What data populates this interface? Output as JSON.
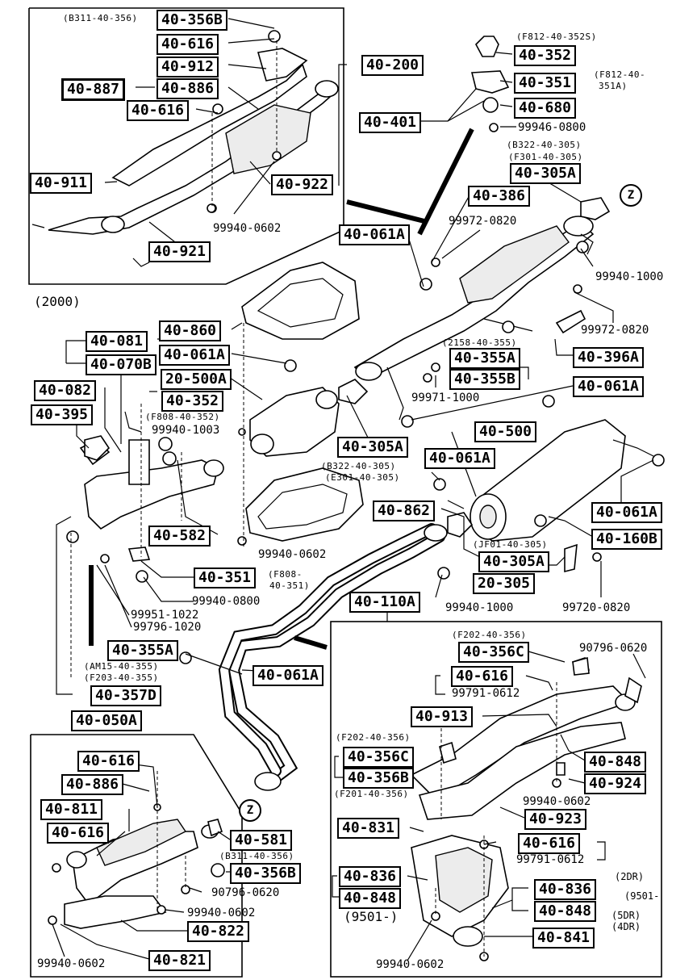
{
  "labels": {
    "b311_40_356_note": "(B311-40-356)",
    "p40_356B_top": "40-356B",
    "p40_616_a": "40-616",
    "p40_912": "40-912",
    "p40_887": "40-887",
    "p40_886_top": "40-886",
    "p40_616_b": "40-616",
    "p40_200": "40-200",
    "p40_911": "40-911",
    "p40_922": "40-922",
    "n99940_0602_a": "99940-0602",
    "p40_921": "40-921",
    "year_2000": "(2000)",
    "f812_40_352s_note": "(F812-40-352S)",
    "p40_352_top": "40-352",
    "p40_351_top": "40-351",
    "f812_40_351a_note_1": "(F812-40-",
    "f812_40_351a_note_2": "351A)",
    "p40_680": "40-680",
    "p40_401": "40-401",
    "n99946_0800": "99946-0800",
    "b322_40_305_note": "(B322-40-305)",
    "f301_40_305_note": "(F301-40-305)",
    "p40_305A_top": "40-305A",
    "p40_386": "40-386",
    "n99972_0820_a": "99972-0820",
    "p40_061A_a": "40-061A",
    "n99940_1000_a": "99940-1000",
    "n99972_0820_b": "99972-0820",
    "p40_860": "40-860",
    "p40_081": "40-081",
    "p40_070B": "40-070B",
    "p40_061A_b": "40-061A",
    "p40_396A": "40-396A",
    "z2158_40_355_note": "(2158-40-355)",
    "p40_355A_mid": "40-355A",
    "p40_355B_mid": "40-355B",
    "p20_500A": "20-500A",
    "p40_082": "40-082",
    "p40_061A_c": "40-061A",
    "n99971_1000": "99971-1000",
    "p40_352_mid": "40-352",
    "f808_40_352_note": "(F808-40-352)",
    "n99940_1003": "99940-1003",
    "p40_395": "40-395",
    "p40_500": "40-500",
    "p40_305A_mid": "40-305A",
    "p40_061A_d": "40-061A",
    "b322_40_305_note_b": "(B322-40-305)",
    "e301_40_305_note": "(E301-40-305)",
    "p40_862": "40-862",
    "p40_061A_e": "40-061A",
    "p40_582": "40-582",
    "n99940_0602_b": "99940-0602",
    "jf01_40_305_note": "(JF01-40-305)",
    "p40_160B": "40-160B",
    "p40_305A_low": "40-305A",
    "p40_351_mid": "40-351",
    "f808_40_351_note_1": "(F808-",
    "f808_40_351_note_2": "40-351)",
    "p20_305": "20-305",
    "n99940_0800": "99940-0800",
    "p40_110A": "40-110A",
    "n99940_1000_b": "99940-1000",
    "n99720_0820": "99720-0820",
    "n99951_1022": "99951-1022",
    "n99796_1020": "99796-1020",
    "p40_355A_low": "40-355A",
    "am15_40_355_note": "(AM15-40-355)",
    "f203_40_355_note": "(F203-40-355)",
    "p40_357D": "40-357D",
    "p40_061A_f": "40-061A",
    "f202_40_356_note_a": "(F202-40-356)",
    "p40_356C_a": "40-356C",
    "n90796_0620_a": "90796-0620",
    "p40_616_c": "40-616",
    "n99791_0612_a": "99791-0612",
    "p40_913": "40-913",
    "p40_050A": "40-050A",
    "f202_40_356_note_b": "(F202-40-356)",
    "p40_356C_b": "40-356C",
    "p40_848_a": "40-848",
    "p40_356B_b": "40-356B",
    "p40_924": "40-924",
    "f201_40_356_note": "(F201-40-356)",
    "n99940_0602_c": "99940-0602",
    "p40_616_d": "40-616",
    "p40_886_low": "40-886",
    "p40_811": "40-811",
    "p40_616_e": "40-616",
    "p40_581": "40-581",
    "b311_40_356_note_b": "(B311-40-356)",
    "p40_356B_c": "40-356B",
    "n90796_0620_b": "90796-0620",
    "n99940_0602_d": "99940-0602",
    "p40_822": "40-822",
    "p40_821": "40-821",
    "n99940_0602_e": "99940-0602",
    "p40_831": "40-831",
    "p40_923": "40-923",
    "p40_616_f": "40-616",
    "n99791_0612_b": "99791-0612",
    "p40_836_a": "40-836",
    "p40_848_b": "40-848",
    "year_9501": "(9501-)",
    "p40_836_b": "40-836",
    "p40_848_c": "40-848",
    "note_2dr": "(2DR)",
    "note_9501": "(9501-",
    "note_5dr": "(5DR)",
    "note_4dr": "(4DR)",
    "p40_841": "40-841",
    "n99940_0602_f": "99940-0602",
    "z_mark_a": "Z",
    "z_mark_b": "Z"
  }
}
